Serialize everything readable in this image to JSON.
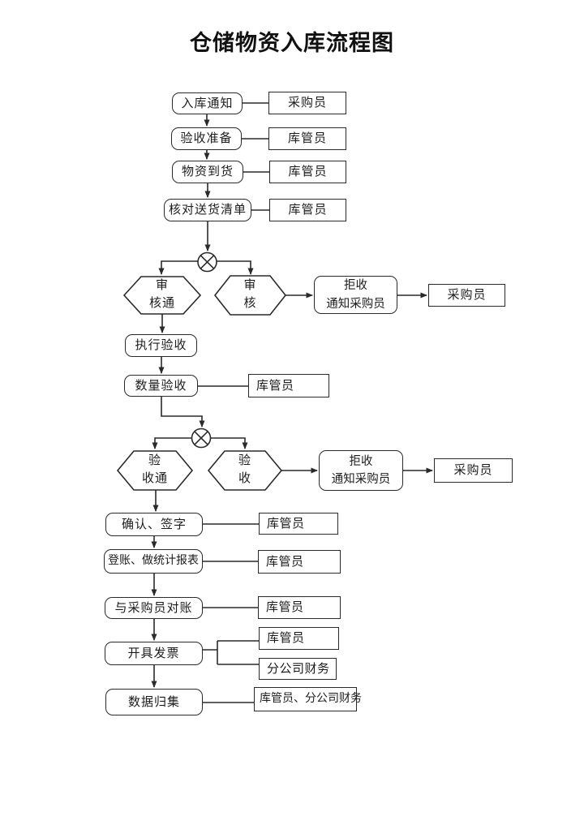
{
  "title": "仓储物资入库流程图",
  "colors": {
    "ink": "#2a2a2a",
    "background": "#ffffff"
  },
  "nodes": {
    "storage_notice": {
      "label": "入库通知",
      "actor": "采购员"
    },
    "acceptance_prep": {
      "label": "验收准备",
      "actor": "库管员"
    },
    "goods_arrival": {
      "label": "物资到货",
      "actor": "库管员"
    },
    "check_delivery_list": {
      "label": "核对送货清单",
      "actor": "库管员"
    },
    "audit_pass": {
      "label": "审\n核通"
    },
    "audit_fail": {
      "label": "审\n核"
    },
    "reject_audit": {
      "label": "拒收\n通知采购员",
      "actor": "采购员"
    },
    "execute_acceptance": {
      "label": "执行验收"
    },
    "quantity_acceptance": {
      "label": "数量验收",
      "actor": "库管员"
    },
    "acceptance_pass": {
      "label": "验\n收通"
    },
    "acceptance_fail": {
      "label": "验\n收"
    },
    "reject_acceptance": {
      "label": "拒收\n通知采购员",
      "actor": "采购员"
    },
    "confirm_sign": {
      "label": "确认、签字",
      "actor": "库管员"
    },
    "register_report": {
      "label": "登账、做统计报表",
      "actor": "库管员"
    },
    "reconcile_buyer": {
      "label": "与采购员对账",
      "actor": "库管员"
    },
    "issue_invoice": {
      "label": "开具发票",
      "actors": [
        "库管员",
        "分公司财务"
      ]
    },
    "data_collection": {
      "label": "数据归集",
      "actor": "库管员、分公司财务"
    }
  }
}
